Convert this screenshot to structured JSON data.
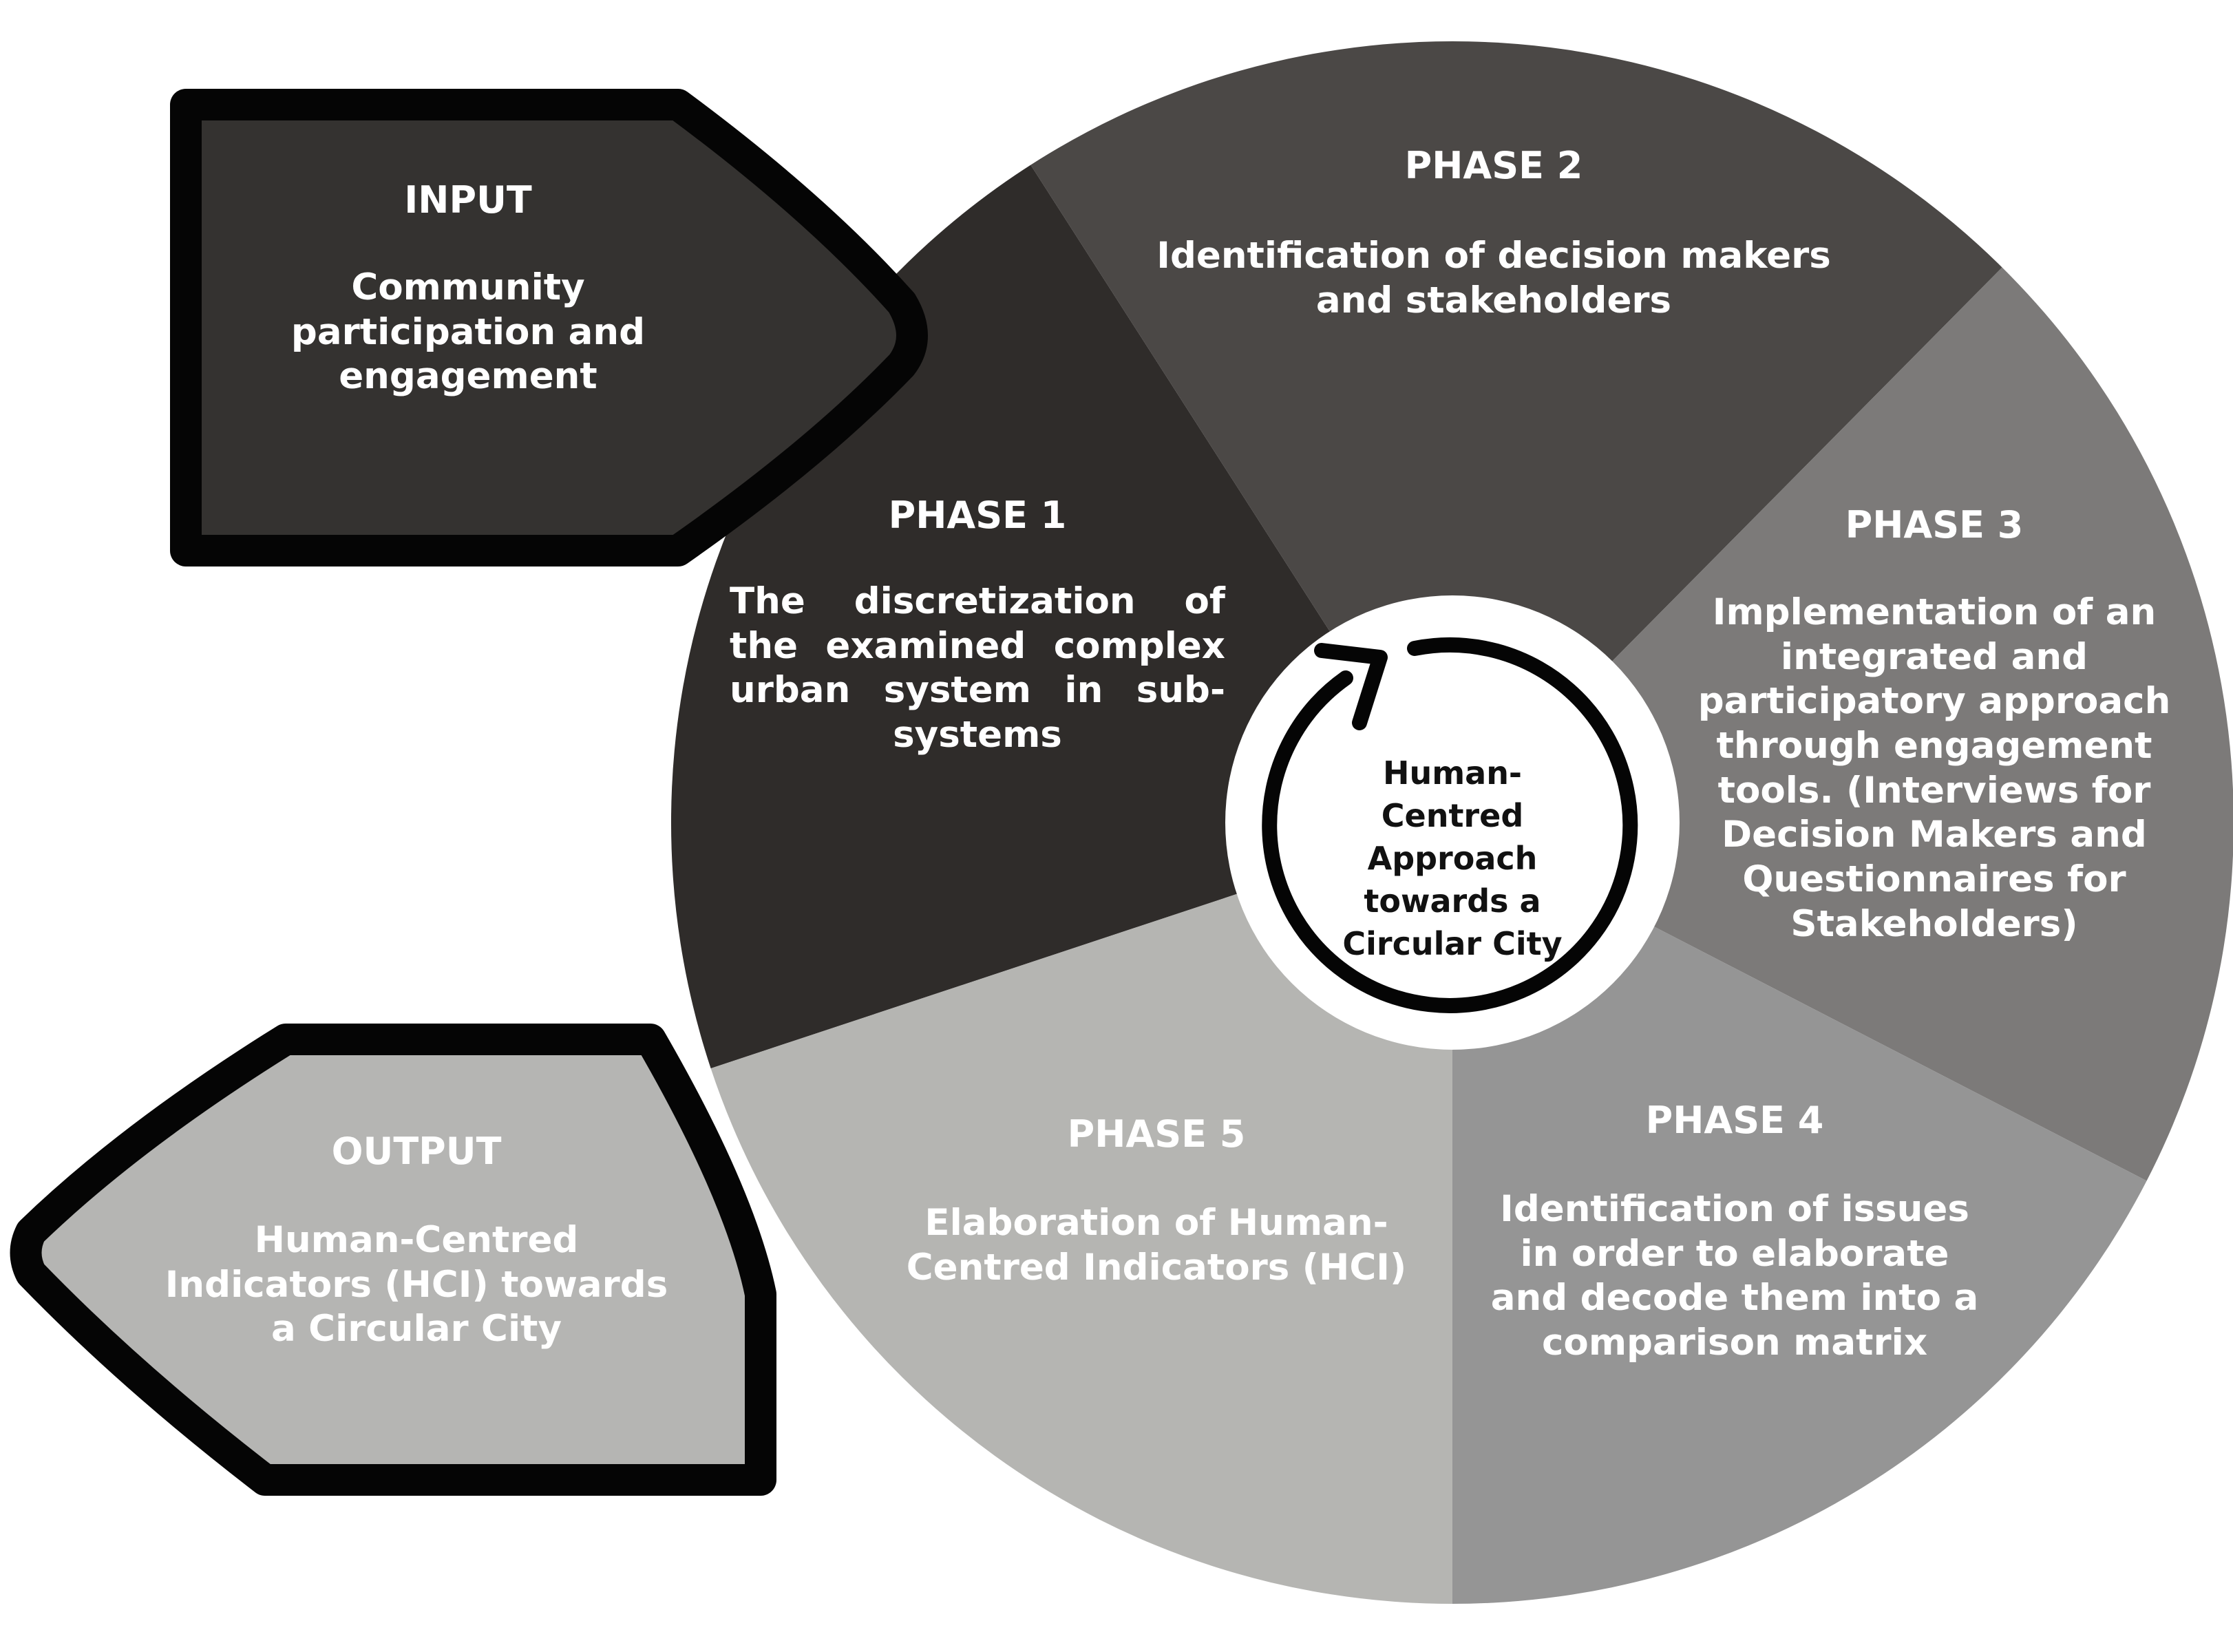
{
  "colors": {
    "phase1": "#2f2c2a",
    "phase2": "#4b4846",
    "phase3": "#7c7a79",
    "phase4": "#959595",
    "phase5": "#b5b5b2",
    "input_box": "#343230",
    "output_box": "#b5b5b3",
    "border": "#050505",
    "center_fill": "#ffffff",
    "text_light": "#ffffff",
    "text_dark": "#111111"
  },
  "input": {
    "title": "INPUT",
    "text": "Community participation and engagement"
  },
  "output": {
    "title": "OUTPUT",
    "text": "Human-Centred Indicators (HCI) towards a Circular City"
  },
  "phases": [
    {
      "title": "PHASE 1",
      "text": "The discretization of the examined complex urban system in sub-systems"
    },
    {
      "title": "PHASE 2",
      "text": "Identification of decision makers and stakeholders"
    },
    {
      "title": "PHASE 3",
      "text": "Implementation of an integrated and participatory approach through engagement tools. (Interviews for Decision Makers and Questionnaires for Stakeholders)"
    },
    {
      "title": "PHASE 4",
      "text": "Identification of issues in order to elaborate and decode them into a comparison matrix"
    },
    {
      "title": "PHASE 5",
      "text": "Elaboration of Human-Centred Indicators (HCI)"
    }
  ],
  "center": {
    "text": "Human-Centred Approach towards a Circular City",
    "icon": "circular-arrow-icon"
  }
}
